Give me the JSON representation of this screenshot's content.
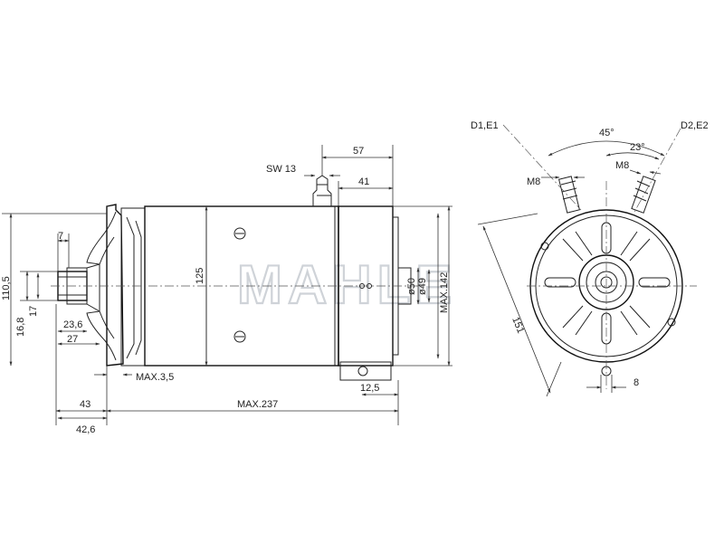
{
  "watermark": "MAHLE",
  "side_view": {
    "dims": {
      "sw": "SW 13",
      "d57": "57",
      "d41": "41",
      "d125": "125",
      "d50": "ø50",
      "d49": "ø49",
      "max142": "MAX.142",
      "max35": "MAX.3,5",
      "d125b": "12,5",
      "max237": "MAX.237",
      "d43": "43",
      "d426": "42,6",
      "d7": "7",
      "d1105": "110,5",
      "d168": "16,8",
      "d17": "17",
      "d236": "23,6",
      "d27": "27"
    }
  },
  "end_view": {
    "dims": {
      "terminal_left": "D1,E1",
      "terminal_right": "D2,E2",
      "angle45": "45°",
      "angle23": "23°",
      "m8_left": "M8",
      "m8_right": "M8",
      "d151": "151",
      "d8": "8"
    }
  }
}
